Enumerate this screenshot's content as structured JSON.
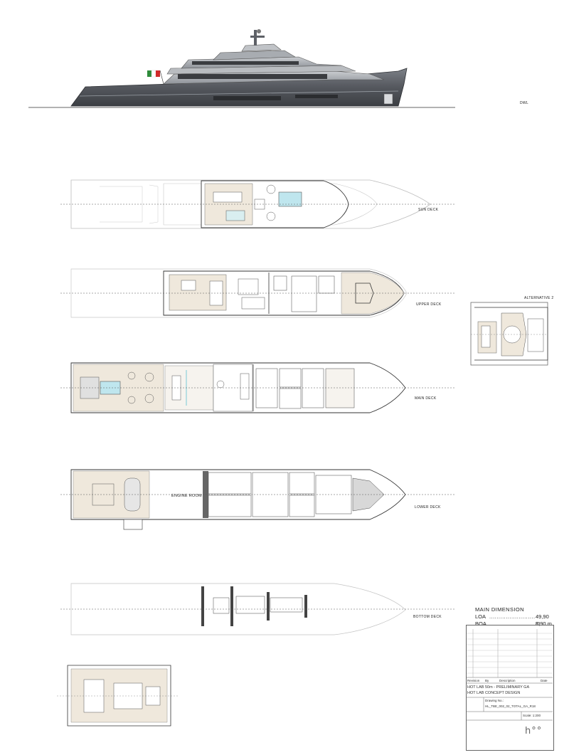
{
  "profile": {
    "waterline_label": "DWL"
  },
  "decks": [
    {
      "key": "sun",
      "label": "SUN DECK"
    },
    {
      "key": "upper",
      "label": "UPPER DECK"
    },
    {
      "key": "main",
      "label": "MAIN DECK"
    },
    {
      "key": "lower",
      "label": "LOWER DECK"
    },
    {
      "key": "bottom",
      "label": "BOTTOM DECK"
    }
  ],
  "alternative": {
    "label": "ALTERNATIVE 2"
  },
  "rooms": {
    "engine_room": "ENGINE ROOM"
  },
  "main_dimension": {
    "title": "MAIN DIMENSION",
    "loa_label": "LOA",
    "loa_value": "49,90 m",
    "boa_label": "BOA",
    "boa_value": "8,90 m"
  },
  "title_block": {
    "revision_header": "Revision",
    "by_header": "By",
    "description_header": "Description",
    "date_header": "Date",
    "project_title": "HOT LAB 50m  -  PRELIMINARY GA",
    "subtitle": "HOT LAB CONCEPT DESIGN",
    "drawing_no_label": "Drawing No.:",
    "drawing_no": "HL_TBE_002_02_TOTAL_GA_R18",
    "scale": "Scale: 1:200",
    "brand": "h°°"
  },
  "colors": {
    "ink": "#333333",
    "light_ink": "#9a9a9a",
    "beige_deck": "#efe8dc",
    "pool": "#bfe6ee",
    "hull_dark": "#4a4d52",
    "superstructure": "#8a8e94"
  }
}
